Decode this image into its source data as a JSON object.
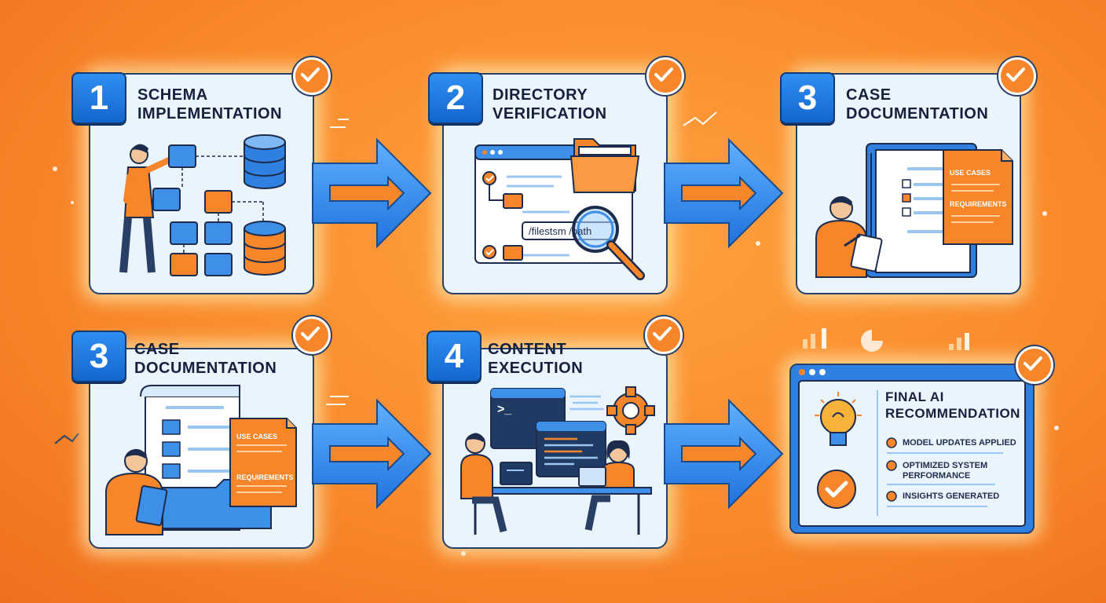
{
  "steps": [
    {
      "number": "1",
      "title_line1": "SCHEMA",
      "title_line2": "IMPLEMENTATION"
    },
    {
      "number": "2",
      "title_line1": "DIRECTORY",
      "title_line2": "VERIFICATION",
      "path_text": "/filestsm /path"
    },
    {
      "number": "3",
      "title_line1": "CASE",
      "title_line2": "DOCUMENTATION",
      "doc_line1": "USE CASES",
      "doc_line2": "REQUIREMENTS"
    },
    {
      "number": "3",
      "title_line1": "CASE",
      "title_line2": "DOCUMENTATION",
      "doc_line1": "USE CASES",
      "doc_line2": "REQUIREMENTS"
    },
    {
      "number": "4",
      "title_line1": "CONTENT",
      "title_line2": "EXECUTION",
      "terminal_prompt": ">_"
    }
  ],
  "final": {
    "title_line1": "FINAL AI",
    "title_line2": "RECOMMENDATION",
    "items": [
      "MODEL UPDATES APPLIED",
      "OPTIMIZED SYSTEM PERFORMANCE",
      "INSIGHTS GENERATED"
    ]
  },
  "colors": {
    "accent_orange": "#f7852a",
    "accent_blue": "#1f7ae0",
    "outline": "#2a3f66",
    "panel_bg": "#eaf4fd"
  },
  "icons": [
    "check-icon",
    "arrow-right-icon",
    "database-icon",
    "folder-icon",
    "magnifier-icon",
    "document-icon",
    "clipboard-icon",
    "gear-icon",
    "terminal-icon",
    "lightbulb-icon",
    "laptop-icon"
  ]
}
